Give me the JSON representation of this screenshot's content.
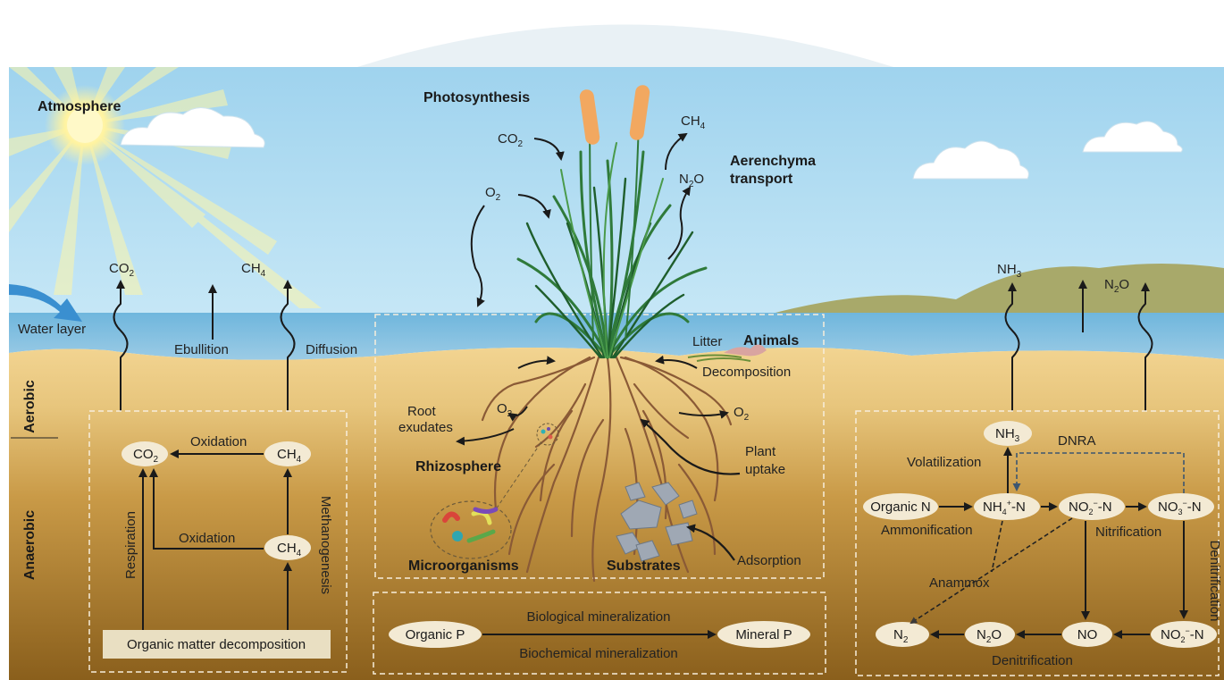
{
  "atmosphere": {
    "title": "Atmosphere",
    "photosynthesis": "Photosynthesis",
    "aerenchyma_line1": "Aerenchyma",
    "aerenchyma_line2": "transport",
    "water_layer": "Water layer"
  },
  "gases": {
    "co2": "CO",
    "co2_sub": "2",
    "ch4": "CH",
    "ch4_sub": "4",
    "o2": "O",
    "o2_sub": "2",
    "n2o": "N",
    "n2o_sub": "2",
    "n2o_tail": "O",
    "nh3": "NH",
    "nh3_sub": "3"
  },
  "zones": {
    "aerobic": "Aerobic",
    "anaerobic": "Anaerobic"
  },
  "carbon_cycle": {
    "ebullition": "Ebullition",
    "diffusion": "Diffusion",
    "oxidation_top": "Oxidation",
    "oxidation_mid": "Oxidation",
    "respiration": "Respiration",
    "methanogenesis": "Methanogenesis",
    "organic_matter": "Organic matter decomposition"
  },
  "wetland_plant": {
    "litter": "Litter",
    "animals": "Animals",
    "decomposition": "Decomposition",
    "root_exudates_1": "Root",
    "root_exudates_2": "exudates",
    "rhizosphere": "Rhizosphere",
    "plant_uptake_1": "Plant",
    "plant_uptake_2": "uptake",
    "microorganisms": "Microorganisms",
    "substrates": "Substrates",
    "adsorption": "Adsorption"
  },
  "phosphorus_cycle": {
    "organic_p": "Organic P",
    "mineral_p": "Mineral P",
    "biological": "Biological mineralization",
    "biochemical": "Biochemical mineralization"
  },
  "nitrogen_cycle": {
    "dnra": "DNRA",
    "volatilization": "Volatilization",
    "organic_n": "Organic N",
    "ammonification": "Ammonification",
    "nitrification": "Nitrification",
    "denitrification_side": "Denitrification",
    "anammox": "Anammox",
    "denitrification_bottom": "Denitrification",
    "nh4": "NH",
    "nh4_sub": "4",
    "nh4_sup": "+",
    "nh4_tail": "-N",
    "no2": "NO",
    "no2_sub": "2",
    "no2_sup": "−",
    "no2_tail": "-N",
    "no3": "NO",
    "no3_sub": "3",
    "no3_sup": "−",
    "no3_tail": "-N",
    "no": "NO",
    "n2": "N",
    "n2_sub": "2"
  },
  "colors": {
    "sky": "#aad8ef",
    "water": "#8fc6e3",
    "sand_top": "#f0d088",
    "soil_bottom": "#8a5f1c",
    "node_fill": "#f3ead4",
    "arrow": "#1a1a1a"
  }
}
